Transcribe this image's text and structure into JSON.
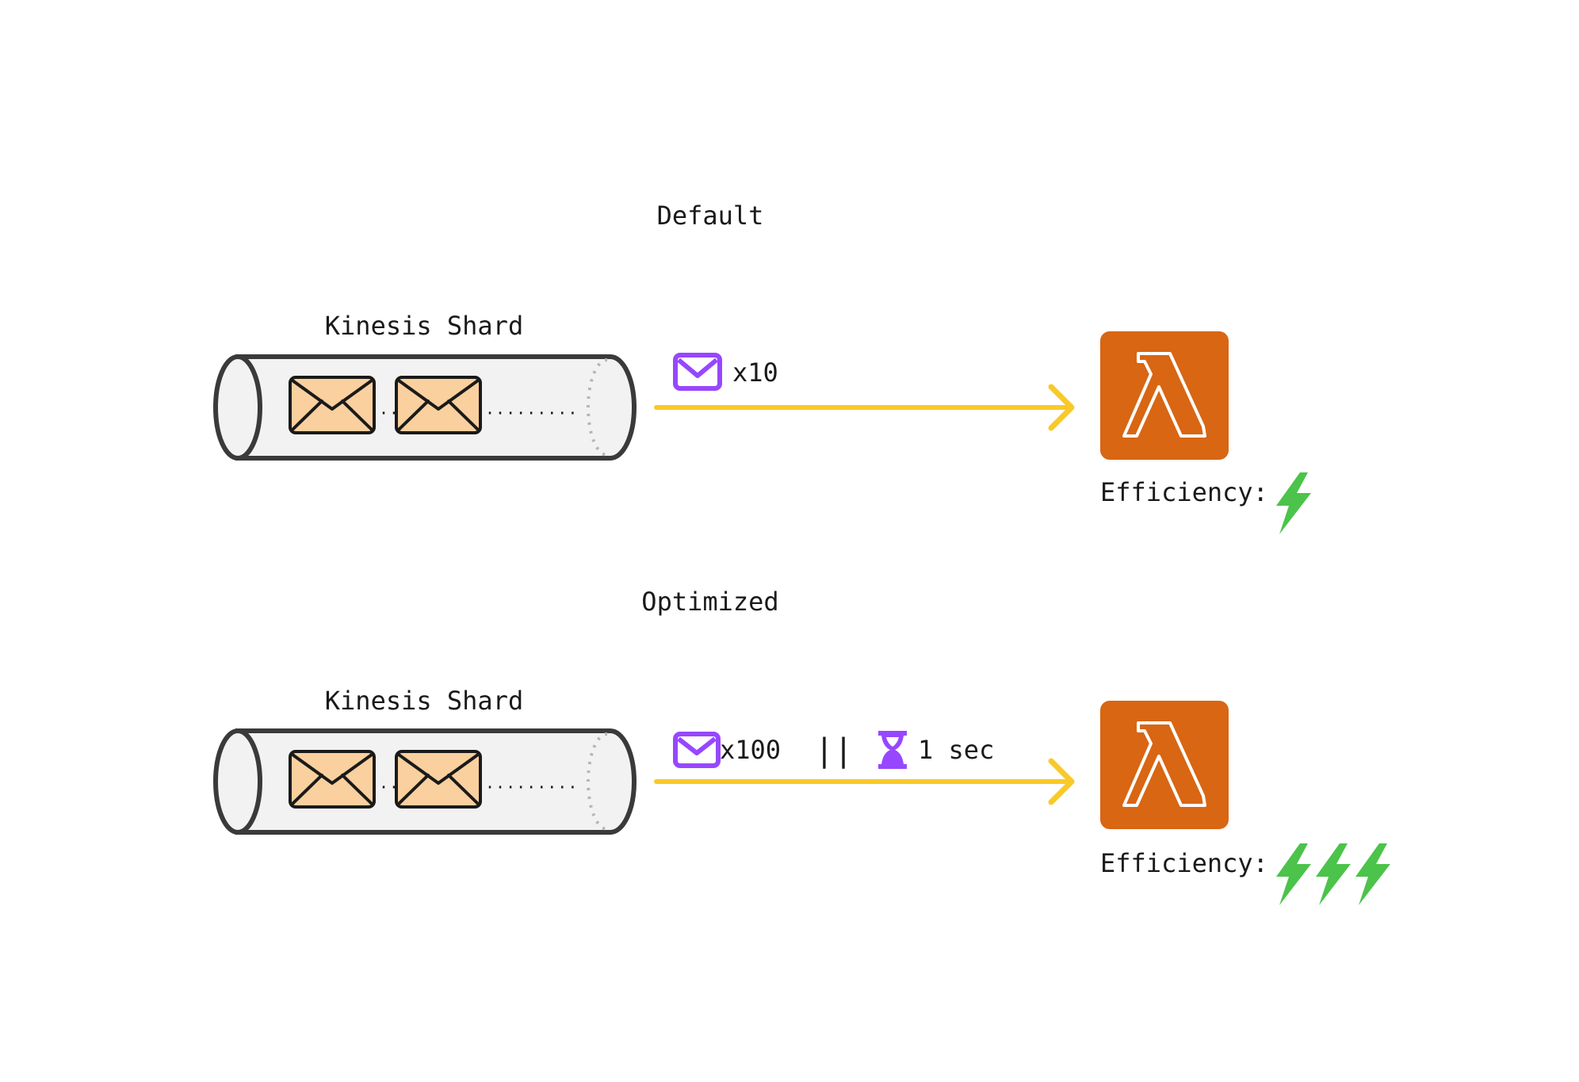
{
  "colors": {
    "envelope_fill": "#FAD09E",
    "envelope_stroke": "#1a1a1a",
    "tube_fill": "#F2F2F2",
    "tube_stroke": "#3a3a3a",
    "arrow": "#F9C928",
    "batch_icon": "#9747FF",
    "lambda_bg": "#D86613",
    "lambda_symbol": "#ffffff",
    "bolt": "#4CC34A"
  },
  "icons": {
    "message": "envelope-icon",
    "batch": "envelope-outline-icon",
    "timer": "hourglass-icon",
    "function": "aws-lambda-icon",
    "efficiency": "lightning-bolt-icon"
  },
  "sections": [
    {
      "title": "Default",
      "shard_label": "Kinesis Shard",
      "batch_label": "x10",
      "separator": "",
      "window_label": "",
      "efficiency_label": "Efficiency:",
      "efficiency_level": 1
    },
    {
      "title": "Optimized",
      "shard_label": "Kinesis Shard",
      "batch_label": "x100",
      "separator": "||",
      "window_label": "1 sec",
      "efficiency_label": "Efficiency:",
      "efficiency_level": 3
    }
  ]
}
